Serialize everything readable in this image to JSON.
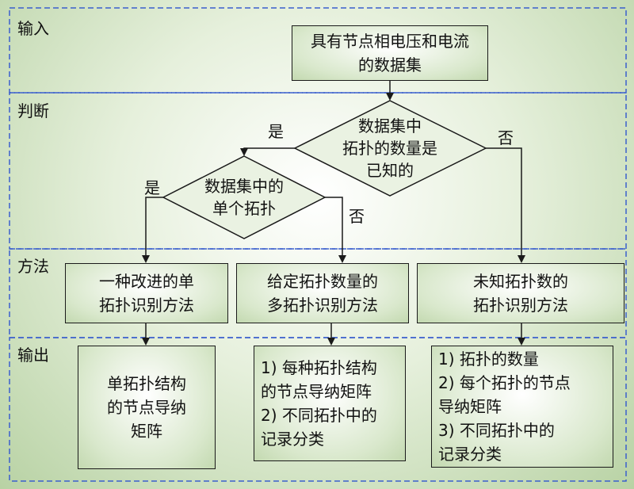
{
  "sections": {
    "input": "输入",
    "judge": "判断",
    "method": "方法",
    "output": "输出"
  },
  "nodes": {
    "start": "具有节点相电压和电流\n的数据集",
    "decision1": "数据集中\n拓扑的数量是\n已知的",
    "decision2": "数据集中的\n单个拓扑",
    "method1": "一种改进的单\n拓扑识别方法",
    "method2": "给定拓扑数量的\n多拓扑识别方法",
    "method3": "未知拓扑数的\n拓扑识别方法",
    "output1": "单拓扑结构\n的节点导纳\n矩阵",
    "output2": "1) 每种拓扑结构\n的节点导纳矩阵\n2) 不同拓扑中的\n记录分类",
    "output3": "1) 拓扑的数量\n2) 每个拓扑的节点\n导纳矩阵\n3) 不同拓扑中的\n记录分类"
  },
  "edge_labels": {
    "d1_yes": "是",
    "d1_no": "否",
    "d2_yes": "是",
    "d2_no": "否"
  },
  "colors": {
    "section_border": "#3a5fcd",
    "stroke": "#1a1a1a",
    "background_center": "#ffffff",
    "background_edge": "#b8d2a4"
  }
}
